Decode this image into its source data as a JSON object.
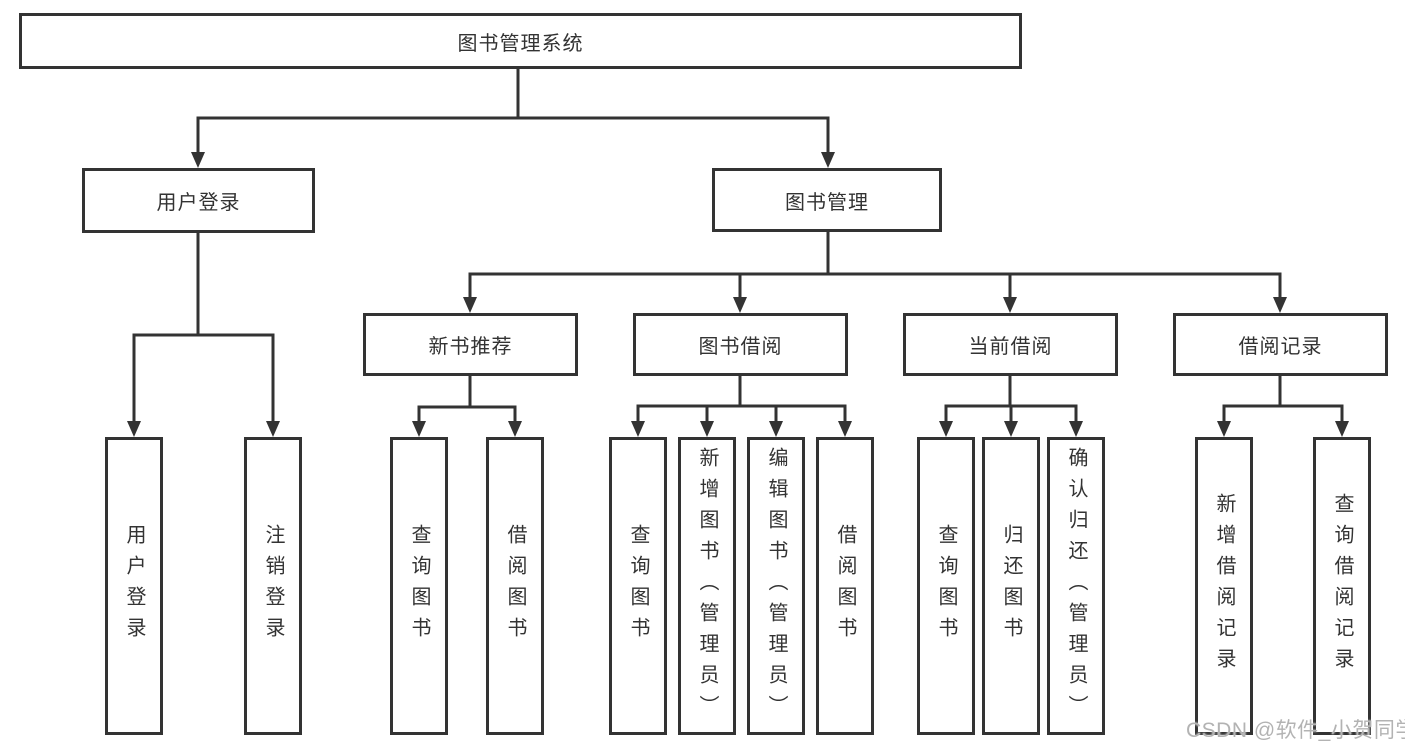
{
  "colors": {
    "line": "#333333",
    "text": "#333333",
    "watermark": "#b3b3b3",
    "background": "#ffffff"
  },
  "diagram": {
    "type": "tree",
    "root": {
      "label": "图书管理系统"
    },
    "level2": [
      {
        "label": "用户登录",
        "parent": "图书管理系统",
        "children": [
          "用户登录",
          "注销登录"
        ]
      },
      {
        "label": "图书管理",
        "parent": "图书管理系统",
        "children": [
          "新书推荐",
          "图书借阅",
          "当前借阅",
          "借阅记录"
        ]
      }
    ],
    "level3": [
      {
        "label": "新书推荐",
        "parent": "图书管理",
        "children": [
          "查询图书",
          "借阅图书"
        ]
      },
      {
        "label": "图书借阅",
        "parent": "图书管理",
        "children": [
          "查询图书",
          "新增图书（管理员）",
          "编辑图书（管理员）",
          "借阅图书"
        ]
      },
      {
        "label": "当前借阅",
        "parent": "图书管理",
        "children": [
          "查询图书",
          "归还图书",
          "确认归还（管理员）"
        ]
      },
      {
        "label": "借阅记录",
        "parent": "图书管理",
        "children": [
          "新增借阅记录",
          "查询借阅记录"
        ]
      }
    ],
    "leaves": [
      "用户登录",
      "注销登录",
      "查询图书",
      "借阅图书",
      "查询图书",
      "新增图书（管理员）",
      "编辑图书（管理员）",
      "借阅图书",
      "查询图书",
      "归还图书",
      "确认归还（管理员）",
      "新增借阅记录",
      "查询借阅记录"
    ]
  },
  "watermark": {
    "text": "CSDN @软件_小贺同学"
  }
}
